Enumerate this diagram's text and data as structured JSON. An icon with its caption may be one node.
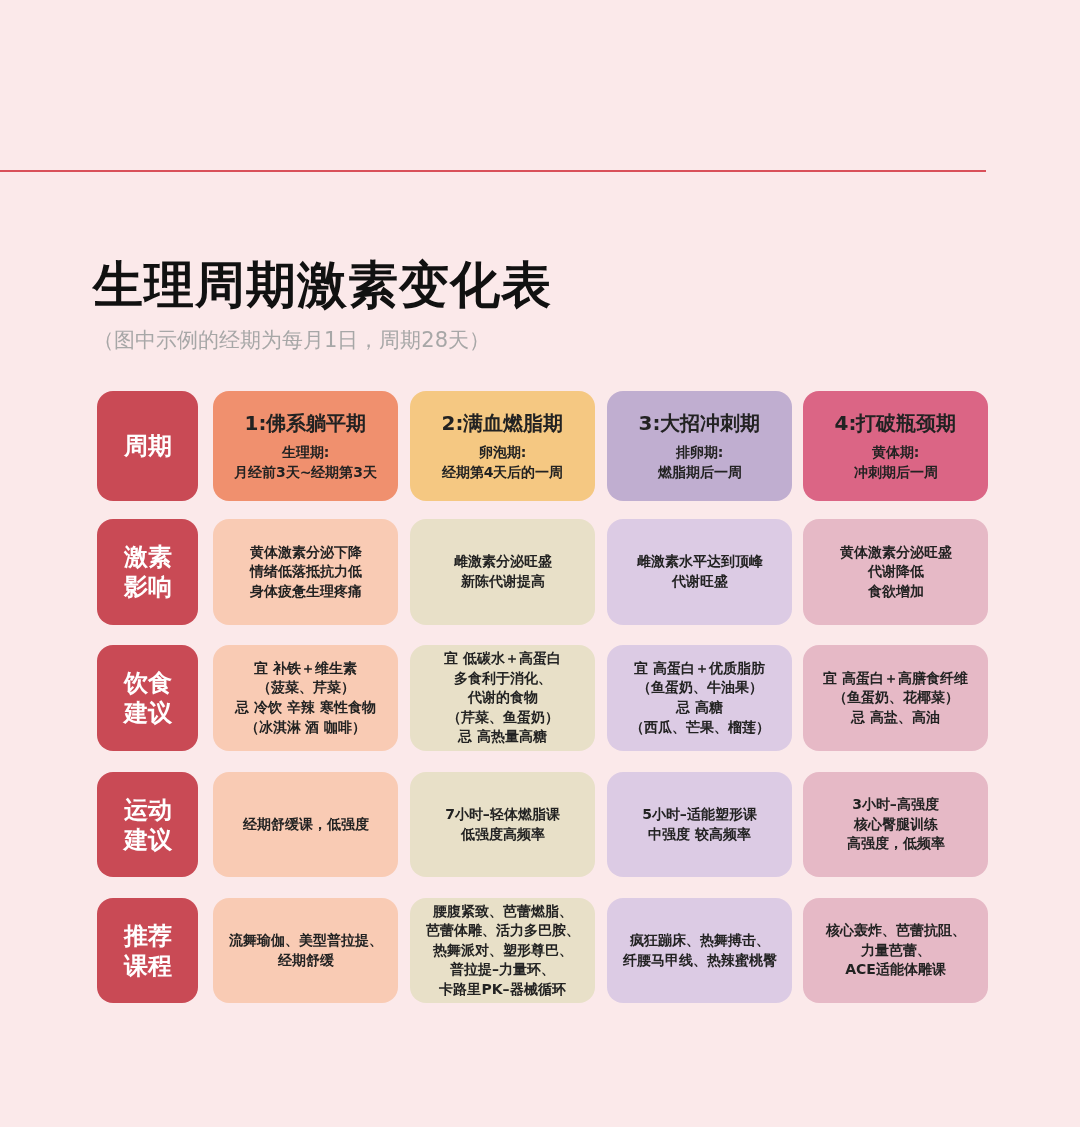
{
  "diagram": {
    "title": "生理周期激素变化表",
    "labels": [
      "（图中示例的经期为每月1日，周期28天）"
    ],
    "nodes": [
      {
        "text": [
          "周期"
        ]
      },
      {
        "text": [
          "1:佛系躺平期",
          "生理期:月经前3天~经期第3天"
        ]
      },
      {
        "text": [
          "2:满血燃脂期",
          "卵泡期:经期第4天后的一周"
        ]
      },
      {
        "text": [
          "3:大招冲刺期",
          "排卵期:燃脂期后一周"
        ]
      },
      {
        "text": [
          "4:打破瓶颈期",
          "黄体期:冲刺期后一周"
        ]
      },
      {
        "text": [
          "激素影响"
        ]
      },
      {
        "text": [
          "黄体激素分泌下降情绪低落抵抗力低身体疲惫生理疼痛"
        ]
      },
      {
        "text": [
          "雌激素分泌旺盛新陈代谢提高"
        ]
      },
      {
        "text": [
          "雌激素水平达到顶峰代谢旺盛"
        ]
      },
      {
        "text": [
          "黄体激素分泌旺盛代谢降低食欲增加"
        ]
      },
      {
        "text": [
          "饮食建议"
        ]
      },
      {
        "text": [
          "宜 补铁＋维生素（菠菜、芹菜）忌 冷饮 辛辣 寒性食物（冰淇淋 酒 咖啡）"
        ]
      },
      {
        "text": [
          "宜 低碳水＋高蛋白多食利于消化、代谢的食物（芹菜、鱼蛋奶）忌 高热量高糖"
        ]
      },
      {
        "text": [
          "宜 高蛋白＋优质脂肪（鱼蛋奶、牛油果）忌 高糖（西瓜、芒果、榴莲）"
        ]
      },
      {
        "text": [
          "宜 高蛋白＋高膳食纤维（鱼蛋奶、花椰菜）忌 高盐、高油"
        ]
      },
      {
        "text": [
          "运动建议"
        ]
      },
      {
        "text": [
          "经期舒缓课，低强度"
        ]
      },
      {
        "text": [
          "7小时–轻体燃脂课低强度高频率"
        ]
      },
      {
        "text": [
          "5小时–适能塑形课中强度 较高频率"
        ]
      },
      {
        "text": [
          "3小时–高强度核心臀腿训练高强度，低频率"
        ]
      },
      {
        "text": [
          "推荐课程"
        ]
      },
      {
        "text": [
          "流舞瑜伽、美型普拉提、经期舒缓"
        ]
      },
      {
        "text": [
          "腰腹紧致、芭蕾燃脂、芭蕾体雕、活力多巴胺、热舞派对、塑形尊巴、普拉提–力量环、卡路里PK–器械循环"
        ]
      },
      {
        "text": [
          "疯狂蹦床、热舞搏击、纤腰马甲线、热辣蜜桃臀"
        ]
      },
      {
        "text": [
          "核心轰炸、芭蕾抗阻、力量芭蕾、ACE适能体雕课"
        ]
      }
    ]
  }
}
